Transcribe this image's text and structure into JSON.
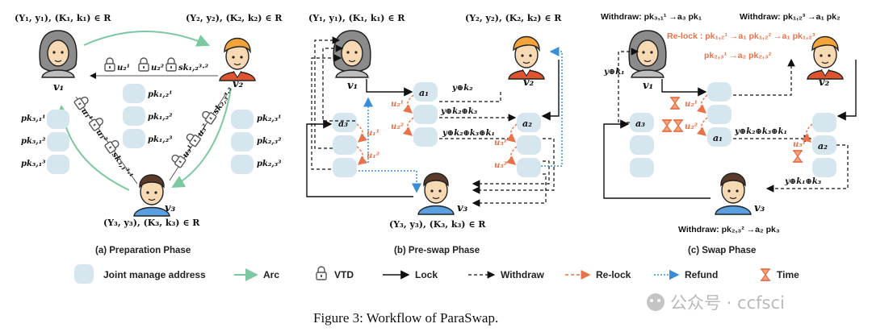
{
  "panels": {
    "a": {
      "caption": "(a) Preparation Phase",
      "v1_set": "(Y₁, y₁), (K₁, k₁) ∈ R",
      "v2_set": "(Y₂, y₂), (K₂, k₂) ∈ R",
      "v3_set": "(Y₃, y₃), (K₃, k₃) ∈ R",
      "node_v1": "v₁",
      "node_v2": "v₂",
      "node_v3": "v₃",
      "vtd_top": [
        "u₂¹",
        "u₂²",
        "sk₁,₂³·²"
      ],
      "vtd_left": [
        "u₁¹",
        "u₁²",
        "sk₃,₁³·¹"
      ],
      "vtd_right": [
        "u₃¹",
        "u₃²",
        "sk₂,₃³·³"
      ],
      "center_keys": [
        "pk₁,₂¹",
        "pk₁,₂²",
        "pk₁,₂³"
      ],
      "left_keys": [
        "pk₃,₁¹",
        "pk₃,₁²",
        "pk₃,₁³"
      ],
      "right_keys": [
        "pk₂,₃¹",
        "pk₂,₃²",
        "pk₂,₃³"
      ]
    },
    "b": {
      "caption": "(b) Pre-swap Phase",
      "v1_set": "(Y₁, y₁), (K₁, k₁) ∈ R",
      "v2_set": "(Y₂, y₂), (K₂, k₂) ∈ R",
      "v3_set": "(Y₃, y₃), (K₃, k₃) ∈ R",
      "node_v1": "v₁",
      "node_v2": "v₂",
      "node_v3": "v₃",
      "a1": "a₁",
      "a2": "a₂",
      "a3": "a₃",
      "e1": "y⊕k₂",
      "e2": "y⊕k₂⊕k₃",
      "e3": "y⊕k₂⊕k₃⊕k₁",
      "u_a1": [
        "u₂¹",
        "u₂²"
      ],
      "u_a3": [
        "u₁¹",
        "u₁²"
      ],
      "u_a2": [
        "u₃¹",
        "u₃²"
      ]
    },
    "c": {
      "caption": "(c) Swap Phase",
      "withdraw_v1": "Withdraw: pk₃,₁¹ →a₃ pk₁",
      "withdraw_v2": "Withdraw: pk₁,₂³ →a₁ pk₂",
      "withdraw_v3": "Withdraw: pk₂,₃² →a₂ pk₃",
      "relock_1": "Re-lock : pk₁,₂¹ →a₁ pk₁,₂² →a₁ pk₁,₂³",
      "relock_2": "pk₂,₃¹ →a₂ pk₂,₃²",
      "node_v1": "v₁",
      "node_v2": "v₂",
      "node_v3": "v₃",
      "a1": "a₁",
      "a2": "a₂",
      "a3": "a₃",
      "e_v1": "y⊕k₁",
      "e_mid": "y⊕k₂⊕k₃⊕k₁",
      "e_v3": "y⊕k₁⊕k₃",
      "u_c1": [
        "u₂¹",
        "u₂²"
      ],
      "u_c2": "u₃¹"
    }
  },
  "legend": {
    "joint": "Joint manage address",
    "arc": "Arc",
    "vtd": "VTD",
    "lock": "Lock",
    "withdraw": "Withdraw",
    "relock": "Re-lock",
    "refund": "Refund",
    "time": "Time"
  },
  "figure_caption": "Figure 3: Workflow of ParaSwap.",
  "watermark": "公众号 · ccfsci",
  "colors": {
    "arc": "#7cc8a0",
    "relock": "#e8724a",
    "refund": "#3a8fd4",
    "box": "#d6e6ef"
  }
}
